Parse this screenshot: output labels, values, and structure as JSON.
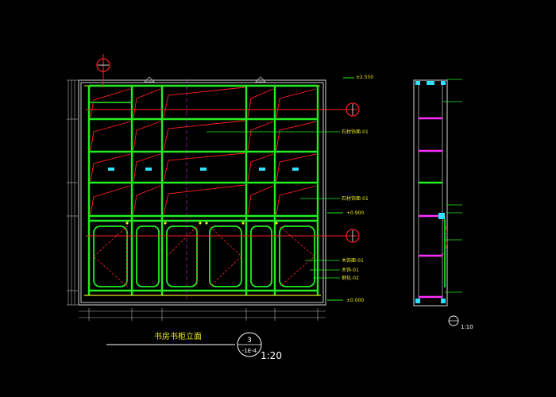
{
  "drawing": {
    "title": "书房书柜立面",
    "detail_number": "3",
    "sheet_ref": "-1E-4",
    "scale": "1:20",
    "section_scale": "1:10"
  },
  "elevation_annotations": {
    "top_level": "±2.550",
    "mid_level": "+0.900",
    "floor_level": "±0.000",
    "labels": [
      "石材饰面-01",
      "石材饰面-01",
      "木饰面-01",
      "木饰-01",
      "钢化-02"
    ]
  },
  "colors": {
    "background": "#000000",
    "frame_green": "#22ee22",
    "red_lines": "#ff2020",
    "yellow_text": "#e8e81a",
    "magenta": "#ff30ff",
    "cyan": "#30e0ff",
    "grey": "#b4b4b4",
    "white": "#ffffff"
  }
}
